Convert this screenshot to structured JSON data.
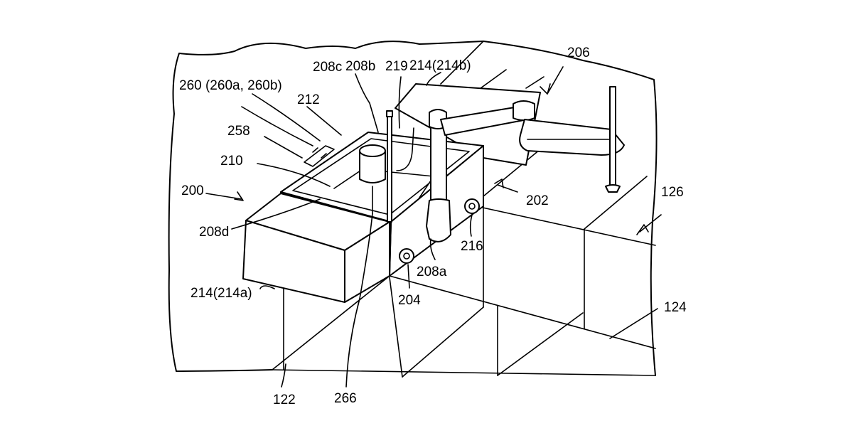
{
  "labels": {
    "l206": "206",
    "l208c": "208c",
    "l208b": "208b",
    "l219": "219",
    "l214b": "214(214b)",
    "l260": "260 (260a, 260b)",
    "l212": "212",
    "l258": "258",
    "l210": "210",
    "l200": "200",
    "l202": "202",
    "l126": "126",
    "l208d": "208d",
    "l216": "216",
    "l208a": "208a",
    "l214a": "214(214a)",
    "l204": "204",
    "l124": "124",
    "l122": "122",
    "l266": "266"
  }
}
